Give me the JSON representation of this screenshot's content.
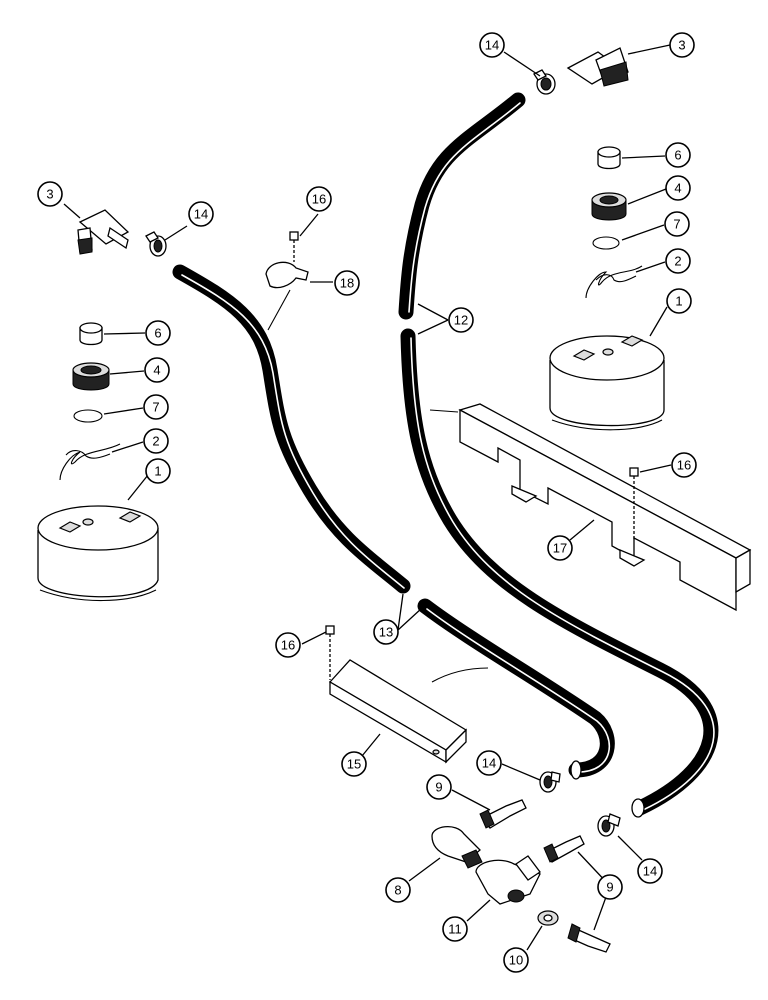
{
  "callouts": [
    {
      "id": "c-3-left",
      "label": "3"
    },
    {
      "id": "c-14-left",
      "label": "14"
    },
    {
      "id": "c-16-top",
      "label": "16"
    },
    {
      "id": "c-18",
      "label": "18"
    },
    {
      "id": "c-6-left",
      "label": "6"
    },
    {
      "id": "c-4-left",
      "label": "4"
    },
    {
      "id": "c-7-left",
      "label": "7"
    },
    {
      "id": "c-2-left",
      "label": "2"
    },
    {
      "id": "c-1-left",
      "label": "1"
    },
    {
      "id": "c-14-top",
      "label": "14"
    },
    {
      "id": "c-3-right",
      "label": "3"
    },
    {
      "id": "c-6-right",
      "label": "6"
    },
    {
      "id": "c-4-right",
      "label": "4"
    },
    {
      "id": "c-7-right",
      "label": "7"
    },
    {
      "id": "c-2-right",
      "label": "2"
    },
    {
      "id": "c-1-right",
      "label": "1"
    },
    {
      "id": "c-12",
      "label": "12"
    },
    {
      "id": "c-16-right",
      "label": "16"
    },
    {
      "id": "c-17",
      "label": "17"
    },
    {
      "id": "c-13",
      "label": "13"
    },
    {
      "id": "c-16-mid",
      "label": "16"
    },
    {
      "id": "c-15",
      "label": "15"
    },
    {
      "id": "c-14-mid",
      "label": "14"
    },
    {
      "id": "c-9-left",
      "label": "9"
    },
    {
      "id": "c-8",
      "label": "8"
    },
    {
      "id": "c-11",
      "label": "11"
    },
    {
      "id": "c-9-right",
      "label": "9"
    },
    {
      "id": "c-14-bottom",
      "label": "14"
    },
    {
      "id": "c-10",
      "label": "10"
    }
  ]
}
